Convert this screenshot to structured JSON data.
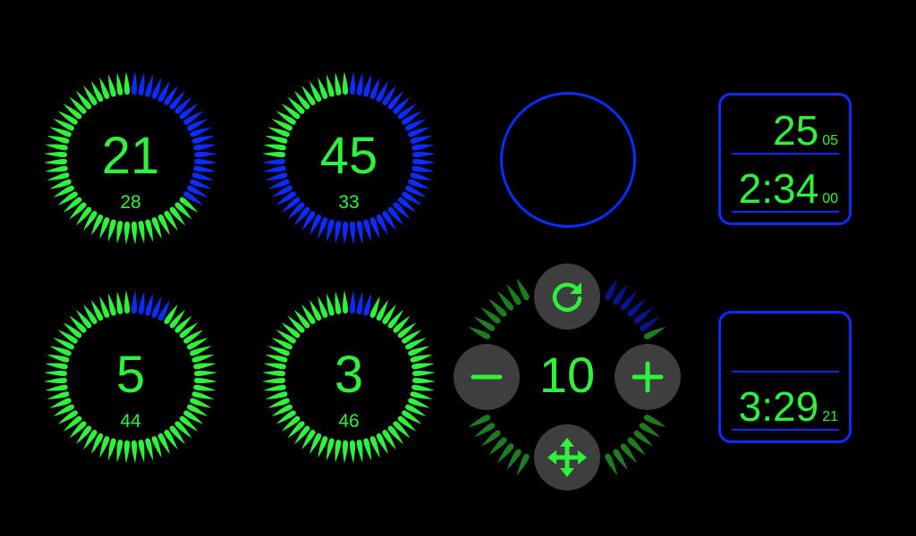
{
  "colors": {
    "green": "#2ef23c",
    "blue": "#0c2cff",
    "dim_green": "#1b7d1f",
    "dim_blue": "#06158a",
    "button": "#3e3e3e"
  },
  "dials": [
    {
      "value": "21",
      "sub": "28",
      "fill": 21,
      "total": 60
    },
    {
      "value": "45",
      "sub": "33",
      "fill": 45,
      "total": 60
    },
    {
      "value": "5",
      "sub": "44",
      "fill": 5,
      "total": 60
    },
    {
      "value": "3",
      "sub": "46",
      "fill": 3,
      "total": 60
    }
  ],
  "control": {
    "value": "10",
    "fill": 10,
    "total": 60,
    "buttons": {
      "reset": "refresh-icon",
      "decrement": "minus-icon",
      "increment": "plus-icon",
      "move": "move-icon"
    }
  },
  "readouts": [
    {
      "top_big": "25",
      "top_small": "05",
      "bottom_big": "2:34",
      "bottom_small": "00"
    },
    {
      "top_big": "",
      "top_small": "",
      "bottom_big": "3:29",
      "bottom_small": "21"
    }
  ]
}
